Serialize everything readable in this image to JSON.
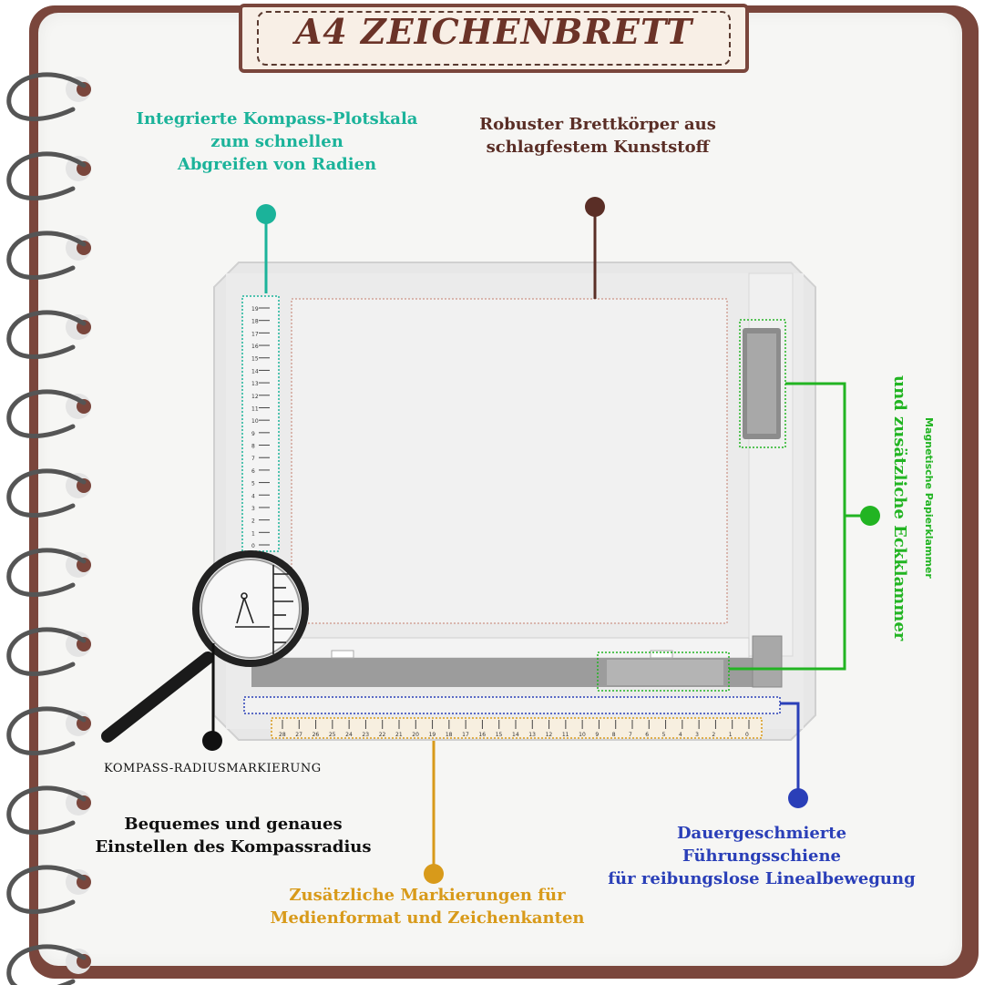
{
  "title": "A4 ZEICHENBRETT",
  "callouts": {
    "compass_scale": [
      "Integrierte Kompass-Plotskala",
      "zum schnellen",
      "Abgreifen von Radien"
    ],
    "board_body": [
      "Robuster Brettkörper aus",
      "schlagfestem Kunststoff"
    ],
    "magnetic_clamp_main": "und zusätzliche Eckklammer",
    "magnetic_clamp_small": "Magnetische Papierklammer",
    "compass_radius_mark": "KOMPASS-RADIUSMARKIERUNG",
    "compass_setting": [
      "Bequemes und genaues",
      "Einstellen des Kompassradius"
    ],
    "guide_rail": [
      "Dauergeschmierte",
      "Führungsschiene",
      "für reibungslose Linealbewegung"
    ],
    "extra_markings": [
      "Zusätzliche Markierungen für",
      "Medienformat und Zeichenkanten"
    ]
  },
  "colors": {
    "teal": "#1bb39a",
    "brown": "#5a2e26",
    "black": "#111111",
    "green": "#22b422",
    "blue": "#2a3fb8",
    "gold": "#d89a1a",
    "notebook": "#7a463c"
  },
  "scales": {
    "vertical_ruler": [
      "0",
      "1",
      "2",
      "3",
      "4",
      "5",
      "6",
      "7",
      "8",
      "9",
      "10",
      "11",
      "12",
      "13",
      "14",
      "15",
      "16",
      "17",
      "18",
      "19"
    ],
    "horizontal_ruler": [
      "28",
      "27",
      "26",
      "25",
      "24",
      "23",
      "22",
      "21",
      "20",
      "19",
      "18",
      "17",
      "16",
      "15",
      "14",
      "13",
      "12",
      "11",
      "10",
      "9",
      "8",
      "7",
      "6",
      "5",
      "4",
      "3",
      "2",
      "1",
      "0"
    ]
  }
}
